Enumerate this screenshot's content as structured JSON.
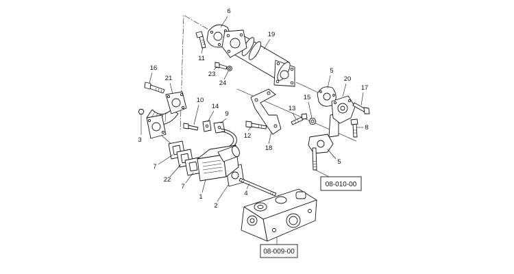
{
  "callouts": [
    "6",
    "19",
    "11",
    "16",
    "21",
    "23",
    "24",
    "5",
    "20",
    "17",
    "10",
    "14",
    "9",
    "15",
    "13",
    "3",
    "12",
    "18",
    "8",
    "5",
    "7",
    "22",
    "7",
    "1",
    "2",
    "4"
  ],
  "references": [
    "08-010-00",
    "08-009-00"
  ]
}
